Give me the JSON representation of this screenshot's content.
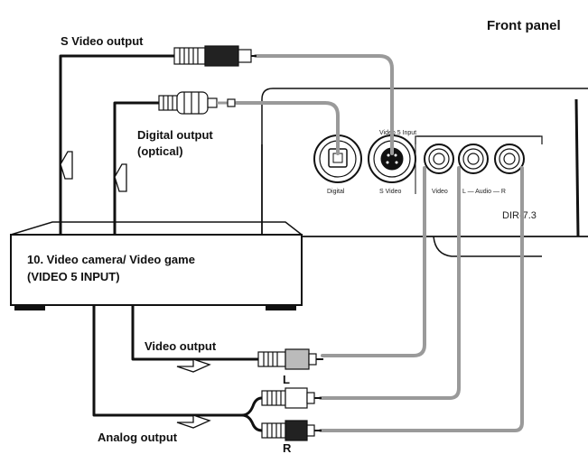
{
  "panel_title": "Front panel",
  "model": "DIR-7.3",
  "device": {
    "line1": "10. Video camera/ Video game",
    "line2": "(VIDEO 5 INPUT)"
  },
  "panel_labels": {
    "group": "Video 5 Input",
    "digital": "Digital",
    "svideo": "S Video",
    "video": "Video",
    "audio": "L — Audio — R"
  },
  "outputs": {
    "svideo": "S Video output",
    "digital_line1": "Digital output",
    "digital_line2": "(optical)",
    "video": "Video output",
    "analog": "Analog output",
    "left": "L",
    "right": "R"
  },
  "colors": {
    "cable_gray": "#9a9a9a",
    "wire_black": "#111111"
  }
}
